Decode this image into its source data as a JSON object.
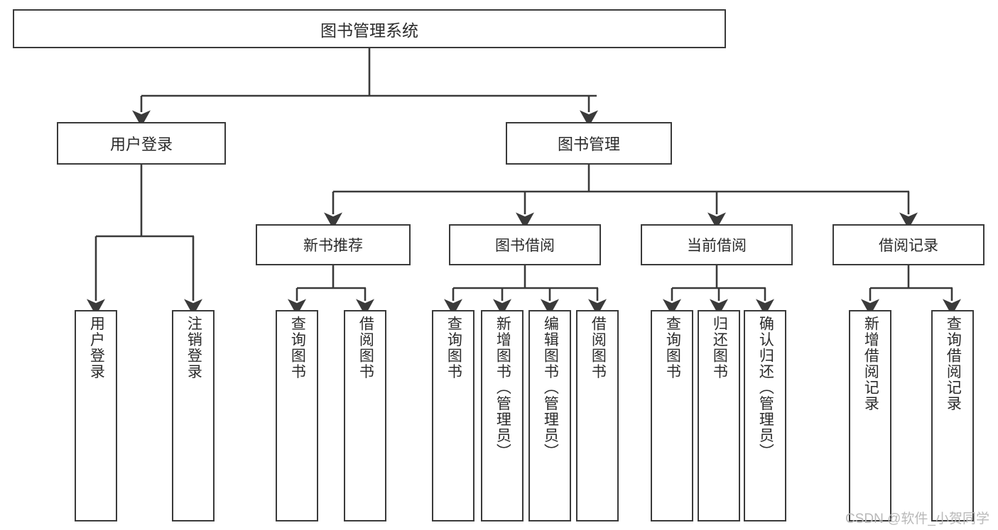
{
  "diagram": {
    "title": "图书管理系统",
    "type": "hierarchy-tree",
    "watermark": "CSDN @软件_小贺同学",
    "colors": {
      "stroke": "#3a3a3a",
      "text": "#2b2b2b",
      "background": "#ffffff",
      "watermark": "#b9b9b9"
    },
    "root": {
      "label": "图书管理系统"
    },
    "level1": [
      {
        "label": "用户登录"
      },
      {
        "label": "图书管理"
      }
    ],
    "level2": [
      {
        "label": "新书推荐"
      },
      {
        "label": "图书借阅"
      },
      {
        "label": "当前借阅"
      },
      {
        "label": "借阅记录"
      }
    ],
    "leaves": {
      "user_login": [
        {
          "label": "用户登录"
        },
        {
          "label": "注销登录"
        }
      ],
      "new_book_recommend": [
        {
          "label": "查询图书"
        },
        {
          "label": "借阅图书"
        }
      ],
      "book_borrow": [
        {
          "label": "查询图书"
        },
        {
          "label": "新增图书（管理员）"
        },
        {
          "label": "编辑图书（管理员）"
        },
        {
          "label": "借阅图书"
        }
      ],
      "current_borrow": [
        {
          "label": "查询图书"
        },
        {
          "label": "归还图书"
        },
        {
          "label": "确认归还（管理员）"
        }
      ],
      "borrow_record": [
        {
          "label": "新增借阅记录"
        },
        {
          "label": "查询借阅记录"
        }
      ]
    }
  }
}
